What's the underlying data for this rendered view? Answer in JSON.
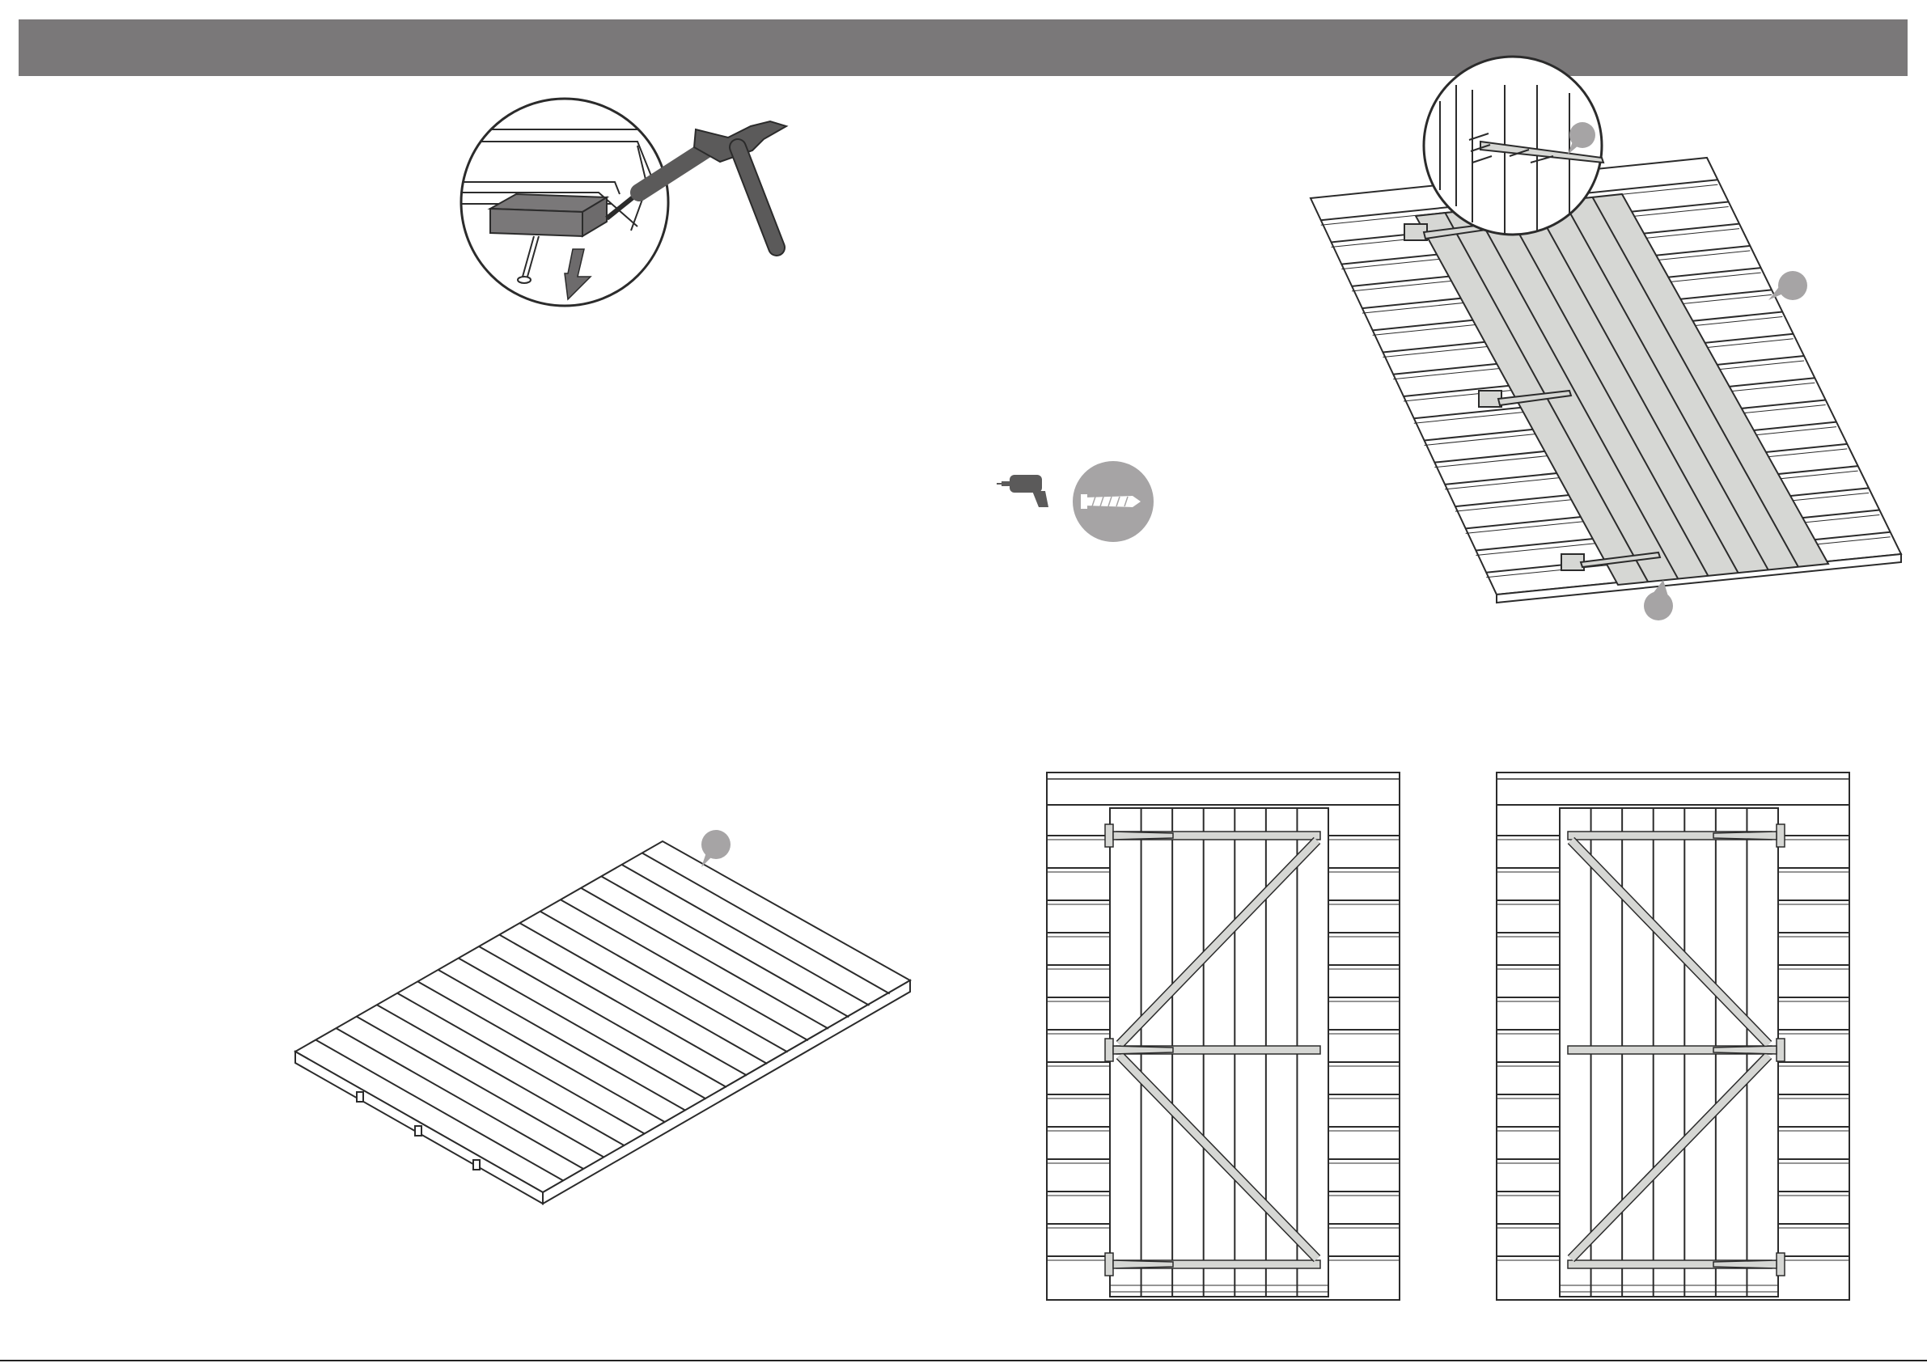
{
  "page": {
    "header_bar_color": "#7a7879",
    "accent_gray": "#a6a4a5",
    "panel_fill": "#d6d7d4",
    "line_color": "#2b2b2b"
  },
  "figures": [
    {
      "name": "nail-removal-detail",
      "icons": [
        "hammer-icon",
        "punch-icon",
        "nail-icon",
        "arrow-down-icon"
      ]
    },
    {
      "name": "floor-panel",
      "icons": [
        "callout-marker-icon"
      ]
    },
    {
      "name": "tools",
      "icons": [
        "drill-icon",
        "screw-icon"
      ]
    },
    {
      "name": "door-hinge-fixing",
      "icons": [
        "callout-marker-icon",
        "screw-icon"
      ]
    },
    {
      "name": "door-front-left",
      "icons": [
        "hinge-icon"
      ]
    },
    {
      "name": "door-front-right",
      "icons": [
        "hinge-icon"
      ]
    }
  ]
}
